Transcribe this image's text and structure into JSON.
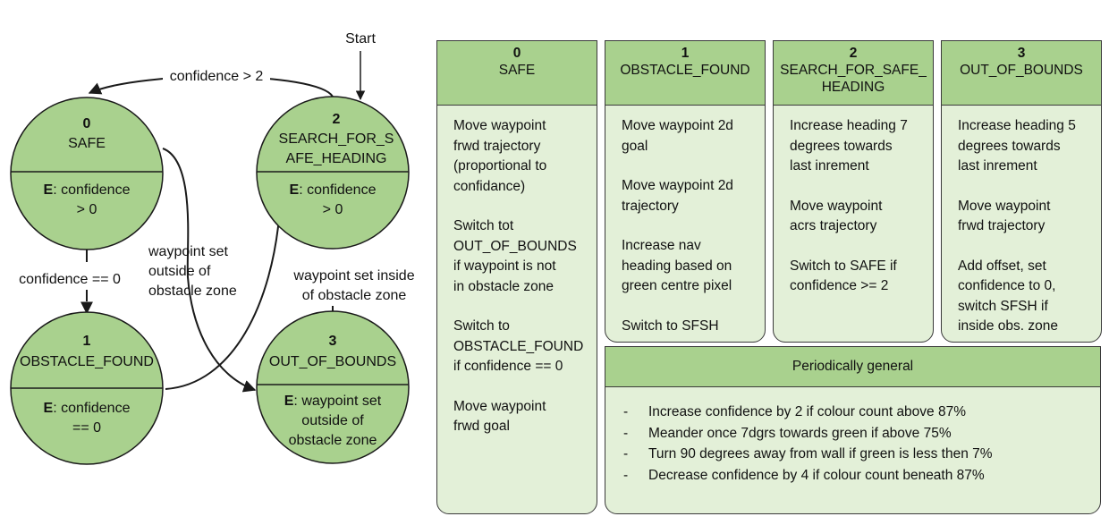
{
  "diagram": {
    "start_label": "Start",
    "states": [
      {
        "id": "0",
        "name_lines": [
          "SAFE"
        ],
        "entry_lines": [
          "confidence",
          "> 0"
        ]
      },
      {
        "id": "2",
        "name_lines": [
          "SEARCH_FOR_S",
          "AFE_HEADING"
        ],
        "entry_lines": [
          "confidence",
          "> 0"
        ]
      },
      {
        "id": "1",
        "name_lines": [
          "OBSTACLE_FOUND"
        ],
        "entry_lines": [
          "confidence",
          "== 0"
        ]
      },
      {
        "id": "3",
        "name_lines": [
          "OUT_OF_BOUNDS"
        ],
        "entry_lines": [
          "waypoint set",
          "outside of",
          "obstacle zone"
        ]
      }
    ],
    "entry_prefix": "E",
    "transitions": [
      {
        "lines": [
          "confidence > 2"
        ]
      },
      {
        "lines": [
          "confidence == 0"
        ]
      },
      {
        "lines": [
          "waypoint set",
          "outside of",
          "obstacle zone"
        ]
      },
      {
        "lines": [
          "waypoint set inside",
          "of obstacle zone"
        ]
      }
    ]
  },
  "cards": [
    {
      "id": "0",
      "name_lines": [
        "SAFE"
      ],
      "paragraphs": [
        [
          "Move waypoint",
          "frwd trajectory",
          "(proportional to",
          "confidance)"
        ],
        [
          "Switch tot",
          "OUT_OF_BOUNDS",
          "if waypoint is not",
          "in obstacle zone"
        ],
        [
          "Switch to",
          "OBSTACLE_FOUND",
          "if confidence == 0"
        ],
        [
          "Move waypoint",
          "frwd goal"
        ]
      ]
    },
    {
      "id": "1",
      "name_lines": [
        "OBSTACLE_FOUND"
      ],
      "paragraphs": [
        [
          "Move waypoint 2d",
          "goal"
        ],
        [
          "Move waypoint 2d",
          "trajectory"
        ],
        [
          "Increase nav",
          "heading based on",
          "green centre pixel"
        ],
        [
          "Switch to SFSH"
        ]
      ]
    },
    {
      "id": "2",
      "name_lines": [
        "SEARCH_FOR_SAFE_",
        "HEADING"
      ],
      "paragraphs": [
        [
          "Increase heading 7",
          "degrees towards",
          "last inrement"
        ],
        [
          "Move waypoint",
          "acrs trajectory"
        ],
        [
          "Switch to SAFE if",
          "confidence >= 2"
        ]
      ]
    },
    {
      "id": "3",
      "name_lines": [
        "OUT_OF_BOUNDS"
      ],
      "paragraphs": [
        [
          "Increase heading 5",
          "degrees towards",
          "last inrement"
        ],
        [
          "Move waypoint",
          "frwd trajectory"
        ],
        [
          "Add offset, set",
          "confidence to 0,",
          "switch SFSH if",
          "inside obs. zone"
        ]
      ]
    }
  ],
  "general": {
    "title": "Periodically general",
    "items": [
      "Increase confidence by 2 if colour count above 87%",
      "Meander once 7dgrs towards green if above 75%",
      "Turn 90 degrees away from wall if green is less then 7%",
      "Decrease confidence by 4 if colour count beneath 87%"
    ]
  },
  "colors": {
    "state_fill": "#a9d18e",
    "card_header": "#a9d18e",
    "card_body": "#e3f0d8",
    "stroke": "#1a1a1a"
  }
}
